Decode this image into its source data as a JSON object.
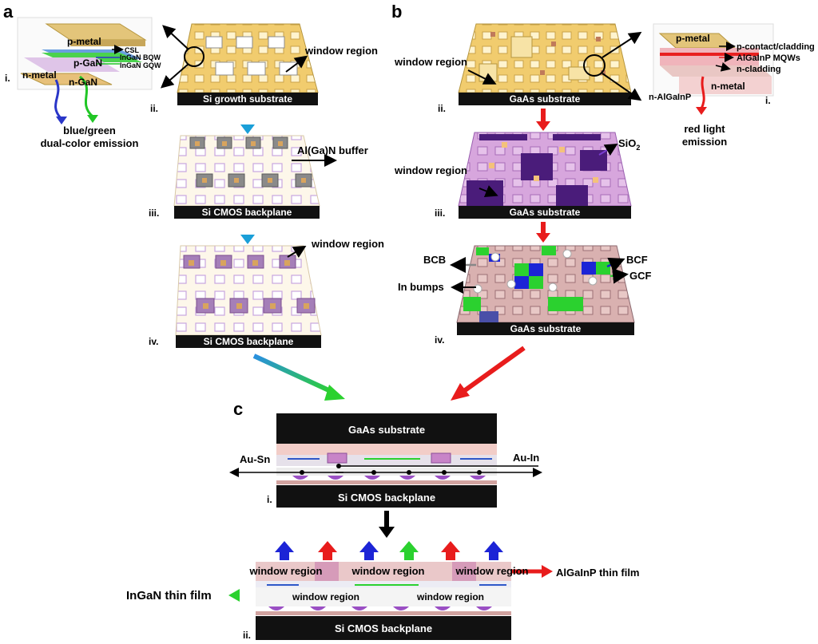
{
  "panel_a": {
    "letter": "a",
    "i": {
      "numeral": "i.",
      "p_metal": "p-metal",
      "csl": "CSL",
      "bqw": "InGaN BQW",
      "gqw": "InGaN GQW",
      "p_gan": "p-GaN",
      "n_metal": "n-metal",
      "n_gan": "n-GaN",
      "emission_line1": "blue/green",
      "emission_line2": "dual-color emission"
    },
    "ii": {
      "numeral": "ii.",
      "window": "window region",
      "substrate": "Si growth substrate"
    },
    "iii": {
      "numeral": "iii.",
      "buffer": "Al(Ga)N buffer",
      "substrate": "Si CMOS backplane"
    },
    "iv": {
      "numeral": "iv.",
      "window": "window region",
      "substrate": "Si CMOS backplane"
    }
  },
  "panel_b": {
    "letter": "b",
    "i": {
      "numeral": "i.",
      "p_metal": "p-metal",
      "p_contact": "p-contact/cladding",
      "mqws": "AlGaInP MQWs",
      "n_cladding": "n-cladding",
      "n_metal": "n-metal",
      "n_algainp": "n-AlGaInP",
      "emission_line1": "red light",
      "emission_line2": "emission"
    },
    "ii": {
      "numeral": "ii.",
      "window": "window region",
      "substrate": "GaAs substrate"
    },
    "iii": {
      "numeral": "iii.",
      "window": "window region",
      "sio2": "SiO",
      "sio2_sub": "2",
      "substrate": "GaAs substrate"
    },
    "iv": {
      "numeral": "iv.",
      "bcb": "BCB",
      "in_bumps": "In bumps",
      "bcf": "BCF",
      "gcf": "GCF",
      "substrate": "GaAs substrate"
    }
  },
  "panel_c": {
    "letter": "c",
    "i": {
      "numeral": "i.",
      "top": "GaAs substrate",
      "au_sn": "Au-Sn",
      "au_in": "Au-In",
      "bottom": "Si CMOS backplane"
    },
    "ii": {
      "numeral": "ii.",
      "window_1": "window region",
      "window_2": "window region",
      "window_3": "window region",
      "window_4": "window region",
      "window_5": "window region",
      "algainp": "AlGaInP thin film",
      "ingan": "InGaN thin film",
      "bottom": "Si CMOS backplane"
    }
  },
  "colors": {
    "gold": "#f1cc6e",
    "pink": "#e8b8bd",
    "purple": "#c9a0dc",
    "blue": "#1c24d6",
    "green": "#2bd12f",
    "red": "#e81c1c",
    "teal": "#1ab3c8"
  }
}
